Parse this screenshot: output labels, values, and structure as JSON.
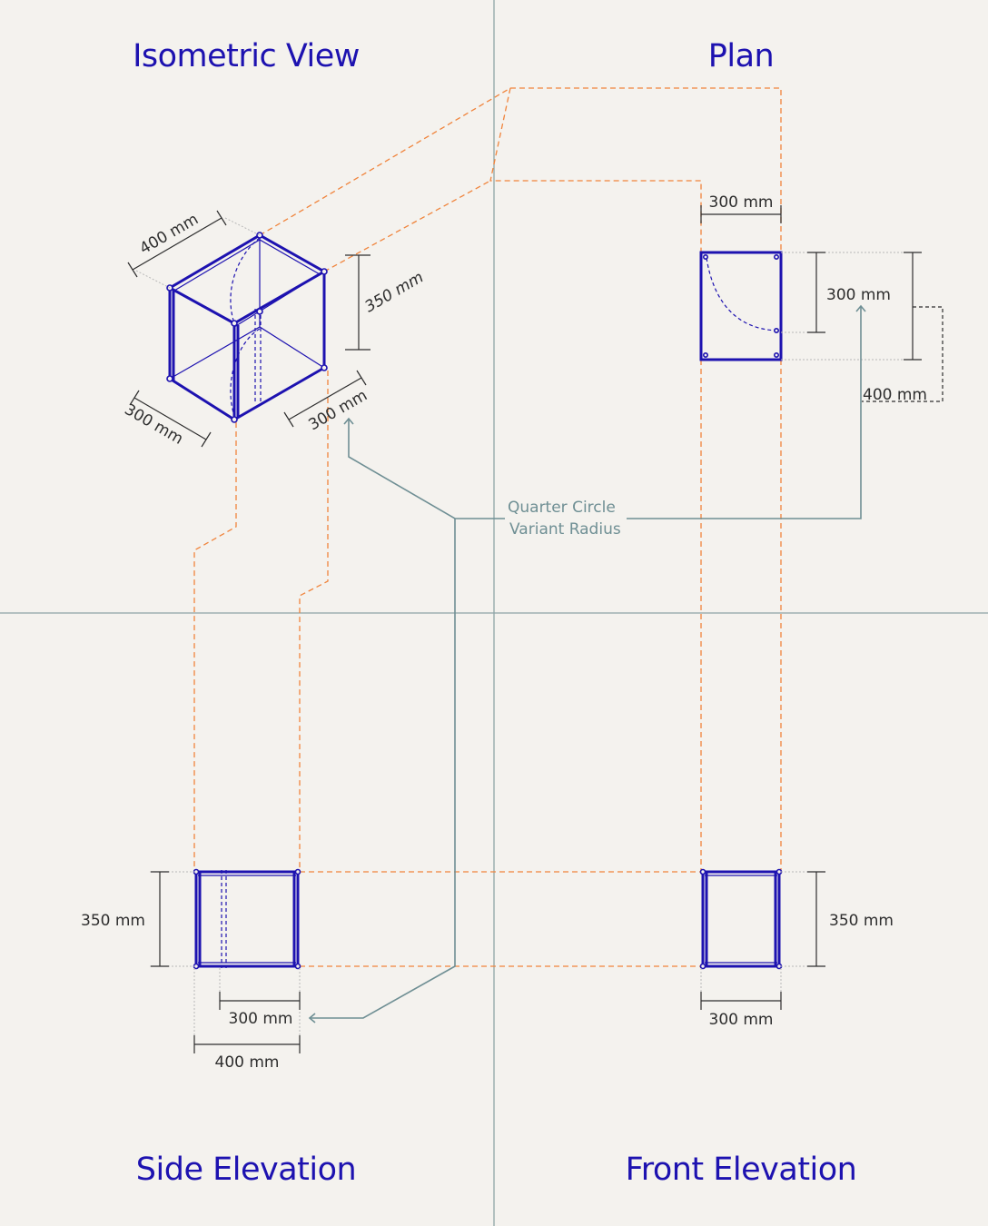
{
  "views": {
    "isometric": "Isometric View",
    "plan": "Plan",
    "side": "Side Elevation",
    "front": "Front Elevation"
  },
  "dimensions": {
    "iso_top": "400 mm",
    "iso_height": "350 mm",
    "iso_left": "300 mm",
    "iso_right": "300 mm",
    "plan_width": "300 mm",
    "plan_inner": "300 mm",
    "plan_outer": "400 mm",
    "side_height": "350 mm",
    "side_inner": "300 mm",
    "side_width": "400 mm",
    "front_height": "350 mm",
    "front_width": "300 mm"
  },
  "annotation": {
    "line1": "Quarter Circle",
    "line2": "Variant Radius"
  },
  "colors": {
    "background": "#f4f2ee",
    "drawing": "#1d12b0",
    "projection": "#f0843c",
    "axis": "#8ea4a6",
    "leader": "#6f8f94"
  }
}
